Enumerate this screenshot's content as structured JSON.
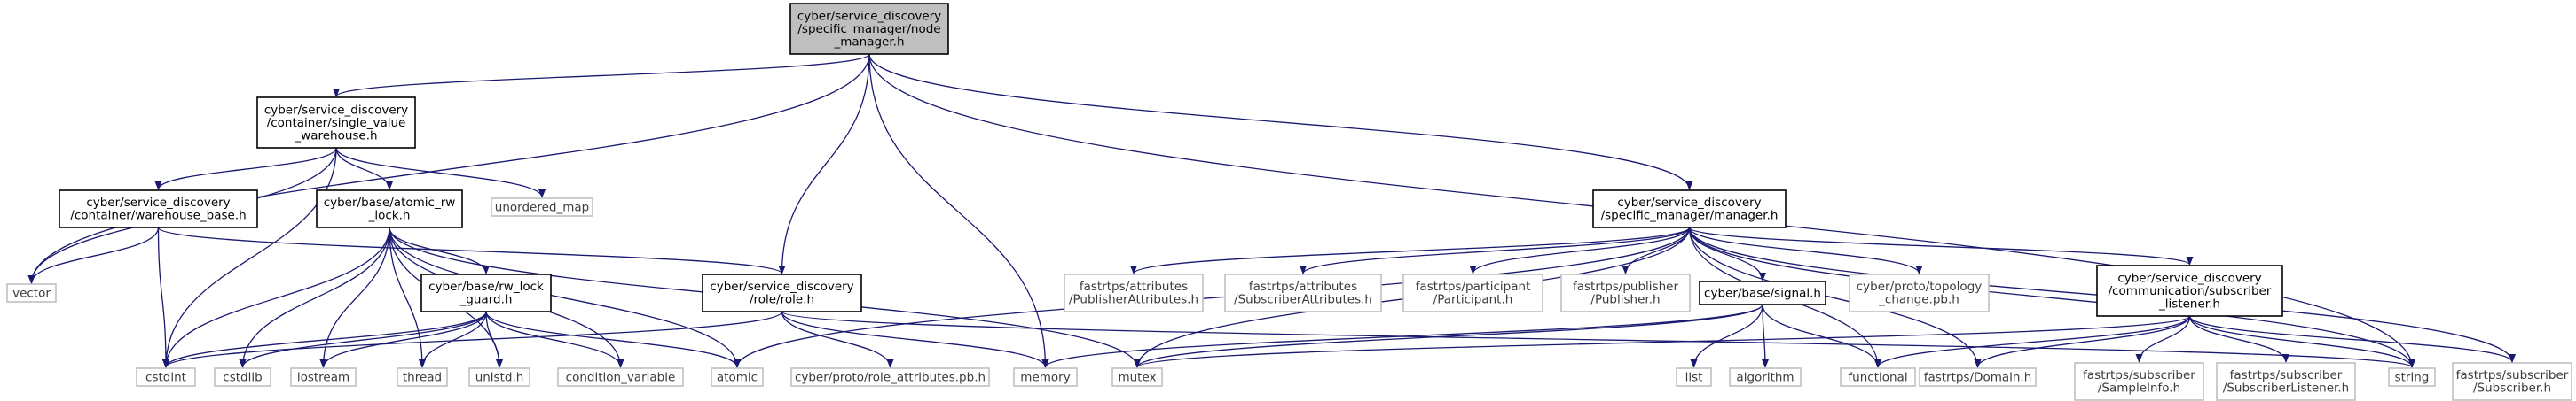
{
  "graph": {
    "edge_color": "#191970",
    "root_fill": "#bfbfbf",
    "node_border": "#000000",
    "leaf_border": "#bfbfbf",
    "nodes": [
      {
        "id": "node_manager",
        "lines": [
          "cyber/service_discovery",
          "/specific_manager/node",
          "_manager.h"
        ],
        "kind": "root"
      },
      {
        "id": "single_value_warehouse",
        "lines": [
          "cyber/service_discovery",
          "/container/single_value",
          "_warehouse.h"
        ],
        "kind": "header"
      },
      {
        "id": "vector",
        "lines": [
          "vector"
        ],
        "kind": "leaf"
      },
      {
        "id": "warehouse_base",
        "lines": [
          "cyber/service_discovery",
          "/container/warehouse_base.h"
        ],
        "kind": "header"
      },
      {
        "id": "atomic_rw_lock",
        "lines": [
          "cyber/base/atomic_rw",
          "_lock.h"
        ],
        "kind": "header"
      },
      {
        "id": "unordered_map",
        "lines": [
          "unordered_map"
        ],
        "kind": "leaf"
      },
      {
        "id": "rw_lock_guard",
        "lines": [
          "cyber/base/rw_lock",
          "_guard.h"
        ],
        "kind": "header"
      },
      {
        "id": "role",
        "lines": [
          "cyber/service_discovery",
          "/role/role.h"
        ],
        "kind": "header"
      },
      {
        "id": "manager",
        "lines": [
          "cyber/service_discovery",
          "/specific_manager/manager.h"
        ],
        "kind": "header"
      },
      {
        "id": "publisher_attributes",
        "lines": [
          "fastrtps/attributes",
          "/PublisherAttributes.h"
        ],
        "kind": "leaf"
      },
      {
        "id": "subscriber_attributes",
        "lines": [
          "fastrtps/attributes",
          "/SubscriberAttributes.h"
        ],
        "kind": "leaf"
      },
      {
        "id": "participant",
        "lines": [
          "fastrtps/participant",
          "/Participant.h"
        ],
        "kind": "leaf"
      },
      {
        "id": "publisher",
        "lines": [
          "fastrtps/publisher",
          "/Publisher.h"
        ],
        "kind": "leaf"
      },
      {
        "id": "signal",
        "lines": [
          "cyber/base/signal.h"
        ],
        "kind": "header"
      },
      {
        "id": "topology_change",
        "lines": [
          "cyber/proto/topology",
          "_change.pb.h"
        ],
        "kind": "leaf"
      },
      {
        "id": "subscriber_listener",
        "lines": [
          "cyber/service_discovery",
          "/communication/subscriber",
          "_listener.h"
        ],
        "kind": "header"
      },
      {
        "id": "cstdint",
        "lines": [
          "cstdint"
        ],
        "kind": "leaf"
      },
      {
        "id": "cstdlib",
        "lines": [
          "cstdlib"
        ],
        "kind": "leaf"
      },
      {
        "id": "iostream",
        "lines": [
          "iostream"
        ],
        "kind": "leaf"
      },
      {
        "id": "thread",
        "lines": [
          "thread"
        ],
        "kind": "leaf"
      },
      {
        "id": "unistd",
        "lines": [
          "unistd.h"
        ],
        "kind": "leaf"
      },
      {
        "id": "condition_variable",
        "lines": [
          "condition_variable"
        ],
        "kind": "leaf"
      },
      {
        "id": "atomic",
        "lines": [
          "atomic"
        ],
        "kind": "leaf"
      },
      {
        "id": "role_attributes",
        "lines": [
          "cyber/proto/role_attributes.pb.h"
        ],
        "kind": "leaf"
      },
      {
        "id": "memory",
        "lines": [
          "memory"
        ],
        "kind": "leaf"
      },
      {
        "id": "mutex",
        "lines": [
          "mutex"
        ],
        "kind": "leaf"
      },
      {
        "id": "list",
        "lines": [
          "list"
        ],
        "kind": "leaf"
      },
      {
        "id": "algorithm",
        "lines": [
          "algorithm"
        ],
        "kind": "leaf"
      },
      {
        "id": "functional",
        "lines": [
          "functional"
        ],
        "kind": "leaf"
      },
      {
        "id": "domain",
        "lines": [
          "fastrtps/Domain.h"
        ],
        "kind": "leaf"
      },
      {
        "id": "sample_info",
        "lines": [
          "fastrtps/subscriber",
          "/SampleInfo.h"
        ],
        "kind": "leaf"
      },
      {
        "id": "subscriber_listener_h",
        "lines": [
          "fastrtps/subscriber",
          "/SubscriberListener.h"
        ],
        "kind": "leaf"
      },
      {
        "id": "string",
        "lines": [
          "string"
        ],
        "kind": "leaf"
      },
      {
        "id": "subscriber",
        "lines": [
          "fastrtps/subscriber",
          "/Subscriber.h"
        ],
        "kind": "leaf"
      }
    ],
    "edges": [
      [
        "node_manager",
        "single_value_warehouse"
      ],
      [
        "node_manager",
        "vector"
      ],
      [
        "node_manager",
        "role"
      ],
      [
        "node_manager",
        "memory"
      ],
      [
        "node_manager",
        "manager"
      ],
      [
        "node_manager",
        "string"
      ],
      [
        "single_value_warehouse",
        "warehouse_base"
      ],
      [
        "single_value_warehouse",
        "atomic_rw_lock"
      ],
      [
        "single_value_warehouse",
        "unordered_map"
      ],
      [
        "single_value_warehouse",
        "vector"
      ],
      [
        "single_value_warehouse",
        "cstdint"
      ],
      [
        "warehouse_base",
        "vector"
      ],
      [
        "warehouse_base",
        "cstdint"
      ],
      [
        "warehouse_base",
        "role"
      ],
      [
        "atomic_rw_lock",
        "rw_lock_guard"
      ],
      [
        "atomic_rw_lock",
        "cstdint"
      ],
      [
        "atomic_rw_lock",
        "cstdlib"
      ],
      [
        "atomic_rw_lock",
        "iostream"
      ],
      [
        "atomic_rw_lock",
        "thread"
      ],
      [
        "atomic_rw_lock",
        "unistd"
      ],
      [
        "atomic_rw_lock",
        "condition_variable"
      ],
      [
        "atomic_rw_lock",
        "atomic"
      ],
      [
        "atomic_rw_lock",
        "mutex"
      ],
      [
        "rw_lock_guard",
        "cstdint"
      ],
      [
        "rw_lock_guard",
        "cstdlib"
      ],
      [
        "rw_lock_guard",
        "iostream"
      ],
      [
        "rw_lock_guard",
        "thread"
      ],
      [
        "rw_lock_guard",
        "unistd"
      ],
      [
        "rw_lock_guard",
        "condition_variable"
      ],
      [
        "rw_lock_guard",
        "atomic"
      ],
      [
        "role",
        "cstdint"
      ],
      [
        "role",
        "role_attributes"
      ],
      [
        "role",
        "memory"
      ],
      [
        "role",
        "string"
      ],
      [
        "manager",
        "publisher_attributes"
      ],
      [
        "manager",
        "subscriber_attributes"
      ],
      [
        "manager",
        "participant"
      ],
      [
        "manager",
        "publisher"
      ],
      [
        "manager",
        "signal"
      ],
      [
        "manager",
        "topology_change"
      ],
      [
        "manager",
        "subscriber_listener"
      ],
      [
        "manager",
        "atomic"
      ],
      [
        "manager",
        "mutex"
      ],
      [
        "manager",
        "functional"
      ],
      [
        "manager",
        "domain"
      ],
      [
        "manager",
        "string"
      ],
      [
        "manager",
        "subscriber"
      ],
      [
        "signal",
        "list"
      ],
      [
        "signal",
        "algorithm"
      ],
      [
        "signal",
        "functional"
      ],
      [
        "signal",
        "memory"
      ],
      [
        "signal",
        "mutex"
      ],
      [
        "subscriber_listener",
        "mutex"
      ],
      [
        "subscriber_listener",
        "functional"
      ],
      [
        "subscriber_listener",
        "domain"
      ],
      [
        "subscriber_listener",
        "sample_info"
      ],
      [
        "subscriber_listener",
        "subscriber_listener_h"
      ],
      [
        "subscriber_listener",
        "string"
      ],
      [
        "subscriber_listener",
        "subscriber"
      ]
    ]
  }
}
